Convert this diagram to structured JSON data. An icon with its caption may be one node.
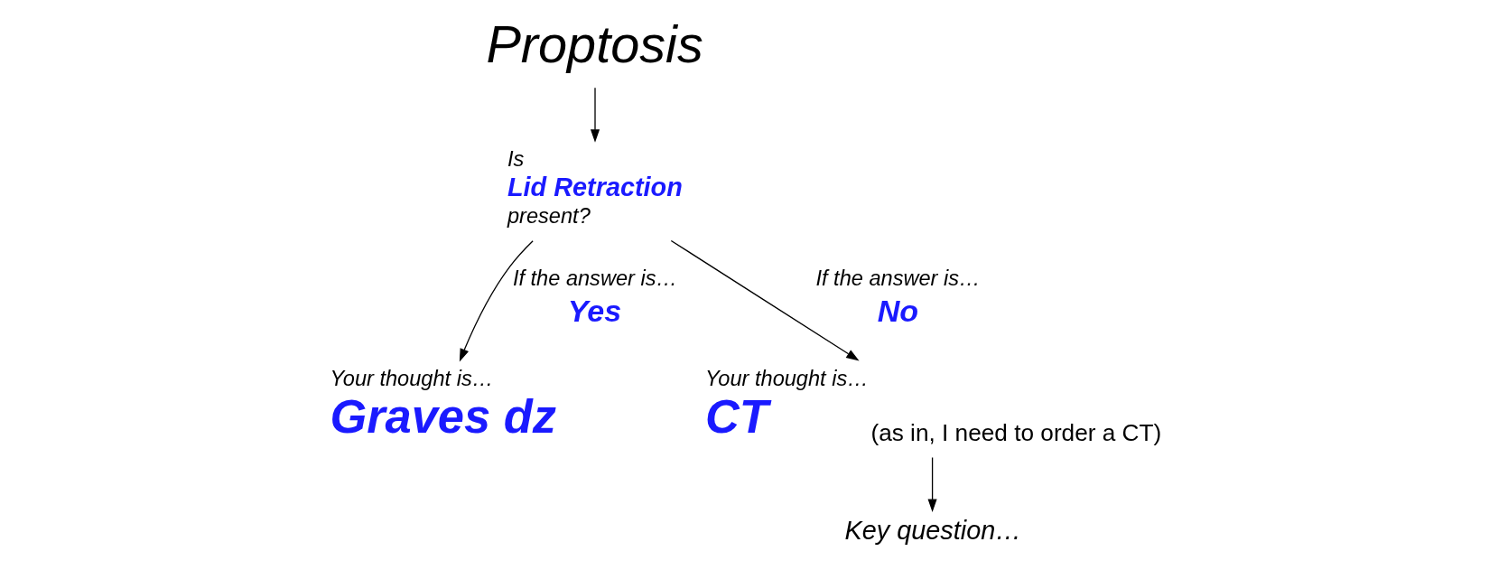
{
  "diagram": {
    "nodes": [
      {
        "text": [
          "Proptosis"
        ]
      },
      {
        "text": [
          "Is",
          "Lid Retraction",
          "present?"
        ]
      },
      {
        "text": [
          "Your thought is…",
          "Graves dz"
        ]
      },
      {
        "text": [
          "Your thought is…",
          "CT"
        ],
        "beside": [
          "(as in, I need to order a CT)"
        ]
      },
      {
        "text": [
          "Key question…"
        ]
      }
    ],
    "edges": [
      {
        "from": 0,
        "to": 1,
        "arrow": "to"
      },
      {
        "from": 1,
        "to": 2,
        "arrow": "to",
        "label": "If the answer is… Yes"
      },
      {
        "from": 1,
        "to": 3,
        "arrow": "to",
        "label": "If the answer is… No"
      },
      {
        "from": 3,
        "to": 4,
        "arrow": "to"
      }
    ]
  }
}
